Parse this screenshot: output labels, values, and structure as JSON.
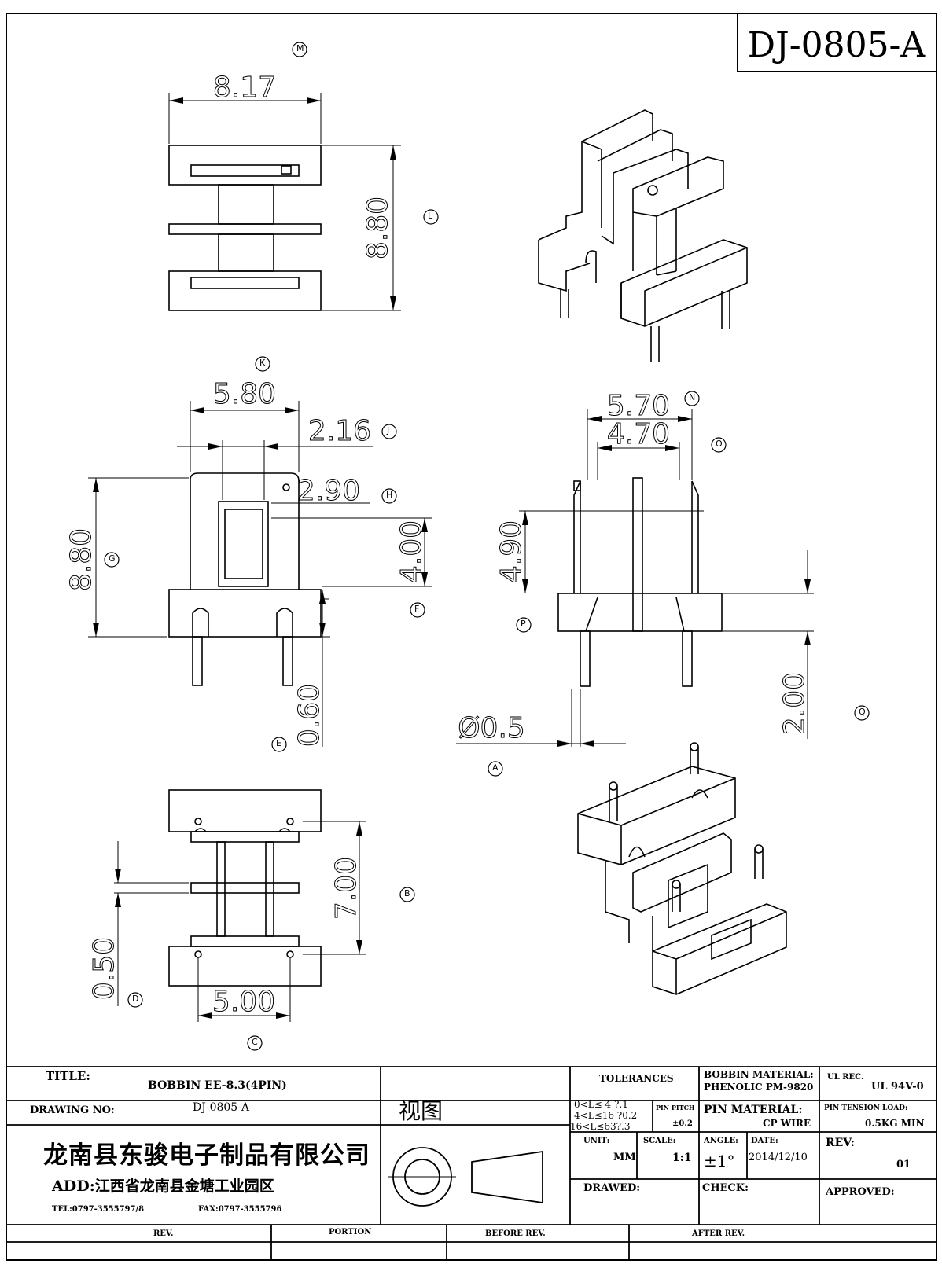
{
  "drawing_number_box": "DJ-0805-A",
  "view_markers": [
    "M",
    "L",
    "K",
    "J",
    "H",
    "G",
    "F",
    "E",
    "N",
    "O",
    "P",
    "Q",
    "A",
    "B",
    "C",
    "D"
  ],
  "dimensions": {
    "top_width": "8.17",
    "top_height": "8.80",
    "front_width": "5.80",
    "front_inner": "2.16",
    "front_window": "2.90",
    "front_height": "8.80",
    "front_window_height": "4.00",
    "front_base": "0.60",
    "side_width": "5.70",
    "side_inner": "4.70",
    "side_height": "4.90",
    "side_pin_length": "2.00",
    "pin_diameter": "Ø0.5",
    "bottom_height": "7.00",
    "bottom_flange": "0.50",
    "bottom_pitch": "5.00"
  },
  "title_block": {
    "title_label": "TITLE:",
    "title_value": "BOBBIN  EE-8.3(4PIN)",
    "drawing_no_label": "DRAWING NO:",
    "drawing_no_value": "DJ-0805-A",
    "view_label": "视图",
    "company": "龙南县东骏电子制品有限公司",
    "address": "ADD:江西省龙南县金塘工业园区",
    "tel": "TEL:0797-3555797/8",
    "fax": "FAX:0797-3555796",
    "tolerances_label": "TOLERANCES",
    "tol_1": "0<L≤ 4  ?.1",
    "tol_2": "4<L≤16  ?0.2",
    "tol_3": "16<L≤63?.3",
    "pin_pitch_label": "PIN PITCH",
    "pin_pitch_value": "±0.2",
    "bobbin_material_label": "BOBBIN MATERIAL:",
    "bobbin_material_value": "PHENOLIC  PM-9820",
    "pin_material_label": "PIN MATERIAL:",
    "pin_material_value": "CP WIRE",
    "ul_rec_label": "UL REC.",
    "ul_rec_value": "UL  94V-0",
    "pin_tension_label": "PIN TENSION LOAD:",
    "pin_tension_value": "0.5KG MIN",
    "unit_label": "UNIT:",
    "unit_value": "MM",
    "scale_label": "SCALE:",
    "scale_value": "1:1",
    "angle_label": "ANGLE:",
    "angle_value": "±1°",
    "date_label": "DATE:",
    "date_value": "2014/12/10",
    "rev_label": "REV:",
    "rev_value": "01",
    "drawed_label": "DRAWED:",
    "check_label": "CHECK:",
    "approved_label": "APPROVED:",
    "footer_rev": "REV.",
    "footer_portion": "PORTION",
    "footer_before": "BEFORE REV.",
    "footer_after": "AFTER REV."
  }
}
